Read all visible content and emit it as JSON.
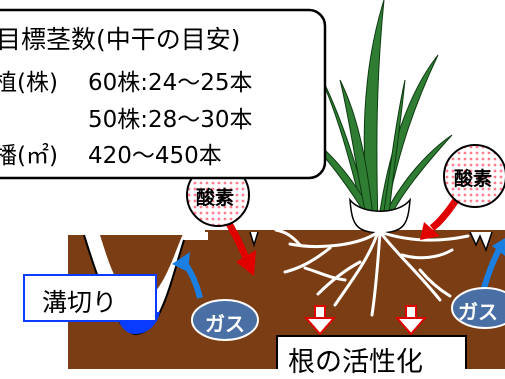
{
  "info_box": {
    "title": "目標茎数(中干の目安)",
    "row1_label": "植(株)",
    "row1_value": "60株:24〜25本",
    "row2_value": "50株:28〜30本",
    "row3_label": "播(㎡)",
    "row3_value": "420〜450本"
  },
  "labels": {
    "oxygen_left": "酸素",
    "oxygen_right": "酸素",
    "gas_left": "ガス",
    "gas_right": "ガス",
    "ditch": "溝切り",
    "root_activation": "根の活性化"
  },
  "colors": {
    "soil": "#7a3d14",
    "water": "#0a3cff",
    "gas_ellipse": "#4a6fa5",
    "plant_green": "#2f7d32",
    "red_arrow": "#e00000",
    "blue_arrow": "#1a7fe0",
    "dot_pink": "#ff9ea8"
  }
}
